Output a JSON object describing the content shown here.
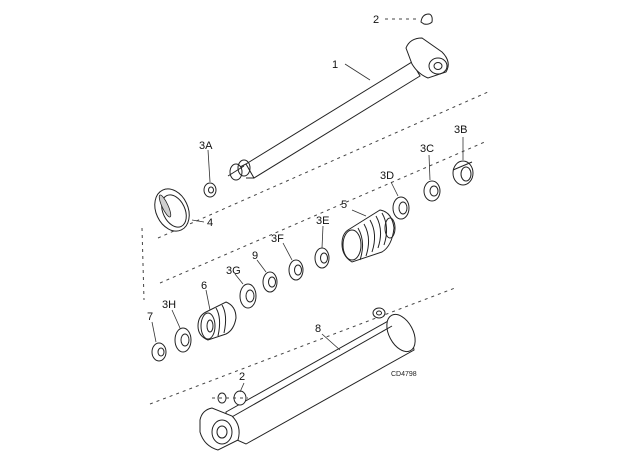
{
  "diagram": {
    "callouts": {
      "c1": "1",
      "c2_top": "2",
      "c2_bottom": "2",
      "c3a": "3A",
      "c3b": "3B",
      "c3c": "3C",
      "c3d": "3D",
      "c3e": "3E",
      "c3f": "3F",
      "c3g": "3G",
      "c3h": "3H",
      "c4": "4",
      "c5": "5",
      "c6": "6",
      "c7": "7",
      "c8": "8",
      "c9": "9"
    },
    "drawing_code": "CD4798"
  }
}
